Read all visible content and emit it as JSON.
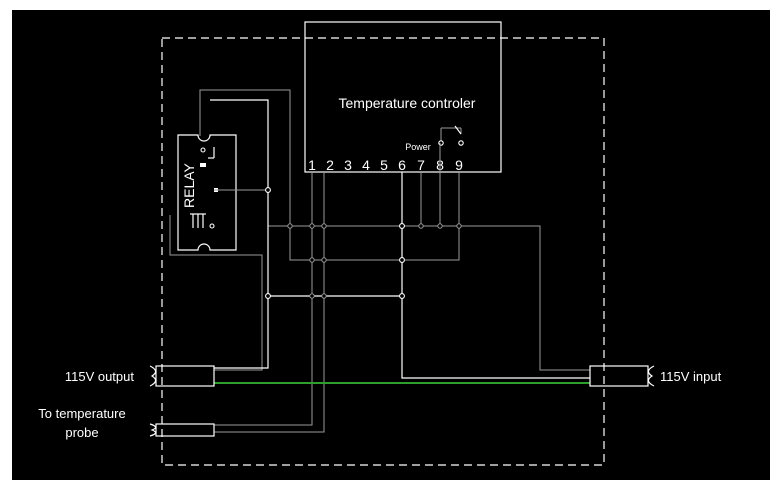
{
  "controller": {
    "title": "Temperature controler",
    "power_label": "Power",
    "terminals": [
      "1",
      "2",
      "3",
      "4",
      "5",
      "6",
      "7",
      "8",
      "9"
    ]
  },
  "relay": {
    "label": "RELAY"
  },
  "connectors": {
    "output_label": "115V output",
    "input_label": "115V input",
    "probe_label_line1": "To temperature",
    "probe_label_line2": "probe"
  },
  "colors": {
    "background": "#000000",
    "white_wire": "#ffffff",
    "grey_wire": "#9a9a9a",
    "ground_wire": "#2e9e2e"
  }
}
